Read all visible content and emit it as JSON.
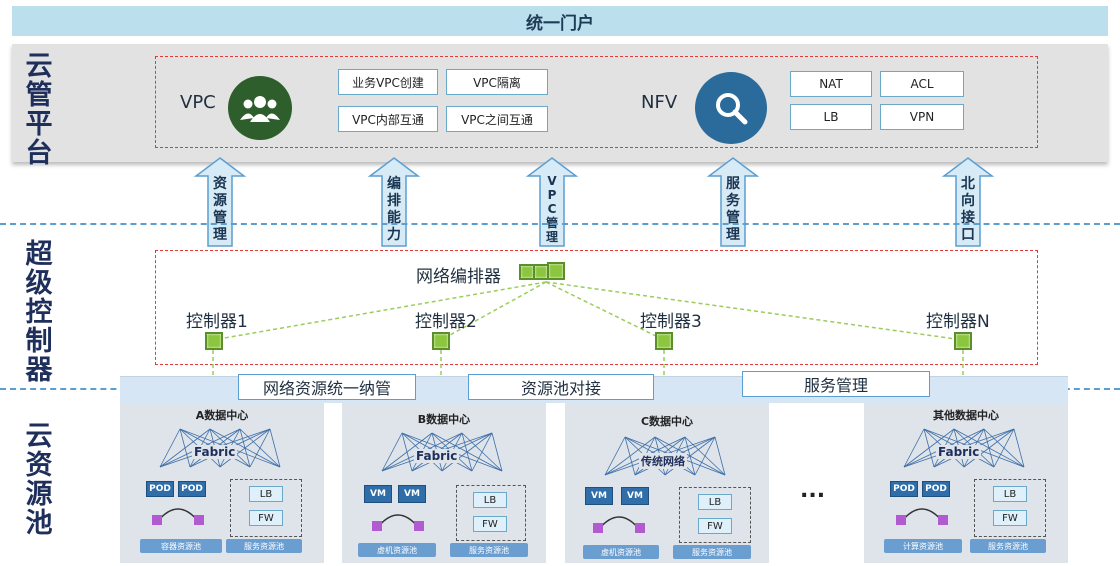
{
  "portal": {
    "title": "统一门户"
  },
  "layers": {
    "cloud_mgmt": "云管平台",
    "super_ctrl": "超级控制器",
    "cloud_pool": "云资源池"
  },
  "vpc": {
    "label": "VPC",
    "icon": "users-icon",
    "features": [
      "业务VPC创建",
      "VPC隔离",
      "VPC内部互通",
      "VPC之间互通"
    ]
  },
  "nfv": {
    "label": "NFV",
    "icon": "search-icon",
    "features": [
      "NAT",
      "ACL",
      "LB",
      "VPN"
    ]
  },
  "arrows": [
    "资源管理",
    "编排能力",
    "VPC管理",
    "服务管理",
    "北向接口"
  ],
  "orchestrator": {
    "label": "网络编排器"
  },
  "controllers": [
    "控制器1",
    "控制器2",
    "控制器3",
    "控制器N"
  ],
  "band_labels": [
    "网络资源统一纳管",
    "资源池对接",
    "服务管理"
  ],
  "datacenters": [
    {
      "title": "A数据中心",
      "network": "Fabric",
      "compute": [
        "POD",
        "POD"
      ],
      "pools": [
        "容器资源池",
        "服务资源池"
      ],
      "services": [
        "LB",
        "FW"
      ]
    },
    {
      "title": "B数据中心",
      "network": "Fabric",
      "compute": [
        "VM",
        "VM"
      ],
      "pools": [
        "虚机资源池",
        "服务资源池"
      ],
      "services": [
        "LB",
        "FW"
      ]
    },
    {
      "title": "C数据中心",
      "network": "传统网络",
      "compute": [
        "VM",
        "VM"
      ],
      "pools": [
        "虚机资源池",
        "服务资源池"
      ],
      "services": [
        "LB",
        "FW"
      ]
    },
    {
      "title": "其他数据中心",
      "network": "Fabric",
      "compute": [
        "POD",
        "POD"
      ],
      "pools": [
        "计算资源池",
        "服务资源池"
      ],
      "services": [
        "LB",
        "FW"
      ]
    }
  ],
  "ellipsis": "...",
  "colors": {
    "portal_bg": "#bcdfee",
    "vpc_circle": "#2e5e2c",
    "nfv_circle": "#2b6b9b",
    "arrow_fill": "#d7ebf7",
    "dashed_red": "#e03b3b",
    "dashed_blue": "#5b9ed1",
    "controller_green": "#8cc63f"
  }
}
